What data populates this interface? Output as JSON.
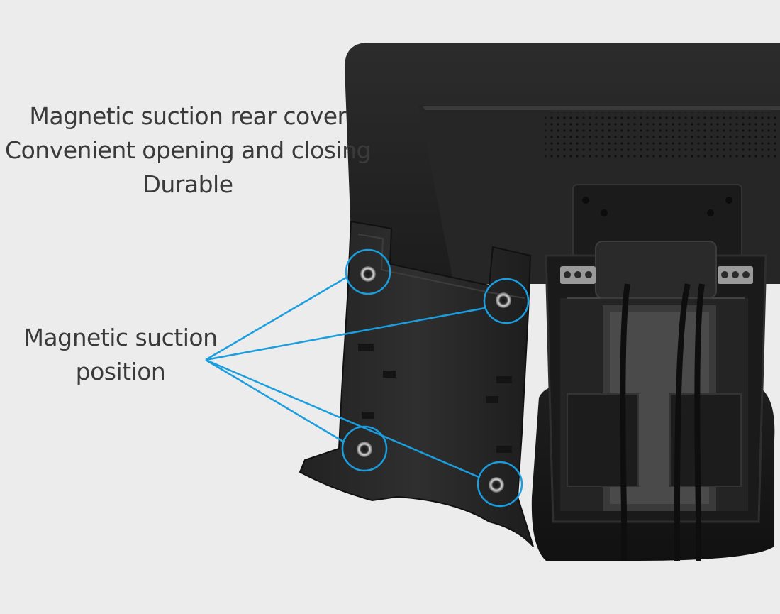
{
  "captions": {
    "top": [
      "Magnetic suction rear cover",
      "Convenient opening and closing",
      "Durable"
    ],
    "side": [
      "Magnetic suction",
      "position"
    ]
  },
  "colors": {
    "background": "#ececec",
    "text": "#3a3a3a",
    "callout": "#1a9ee0",
    "device": "#1f1f1f"
  },
  "icons": [
    "magnet-point-icon"
  ]
}
